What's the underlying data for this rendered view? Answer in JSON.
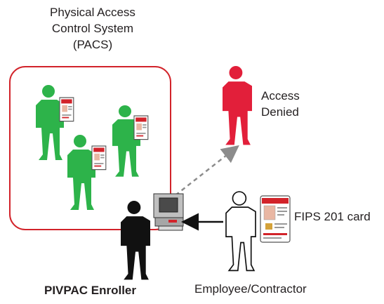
{
  "pacs": {
    "line1": "Physical Access",
    "line2": "Control System",
    "line3": "(PACS)"
  },
  "denied": {
    "line1": "Access",
    "line2": "Denied"
  },
  "card_label": "FIPS 201 card",
  "enroller_label": "PIVPAC Enroller",
  "employee_label": "Employee/Contractor",
  "colors": {
    "pacs_border": "#d2232a",
    "granted_person": "#2db34a",
    "denied_person": "#e21f3a",
    "enroller_person": "#111111",
    "arrow_dashed": "#8c8c8c"
  }
}
